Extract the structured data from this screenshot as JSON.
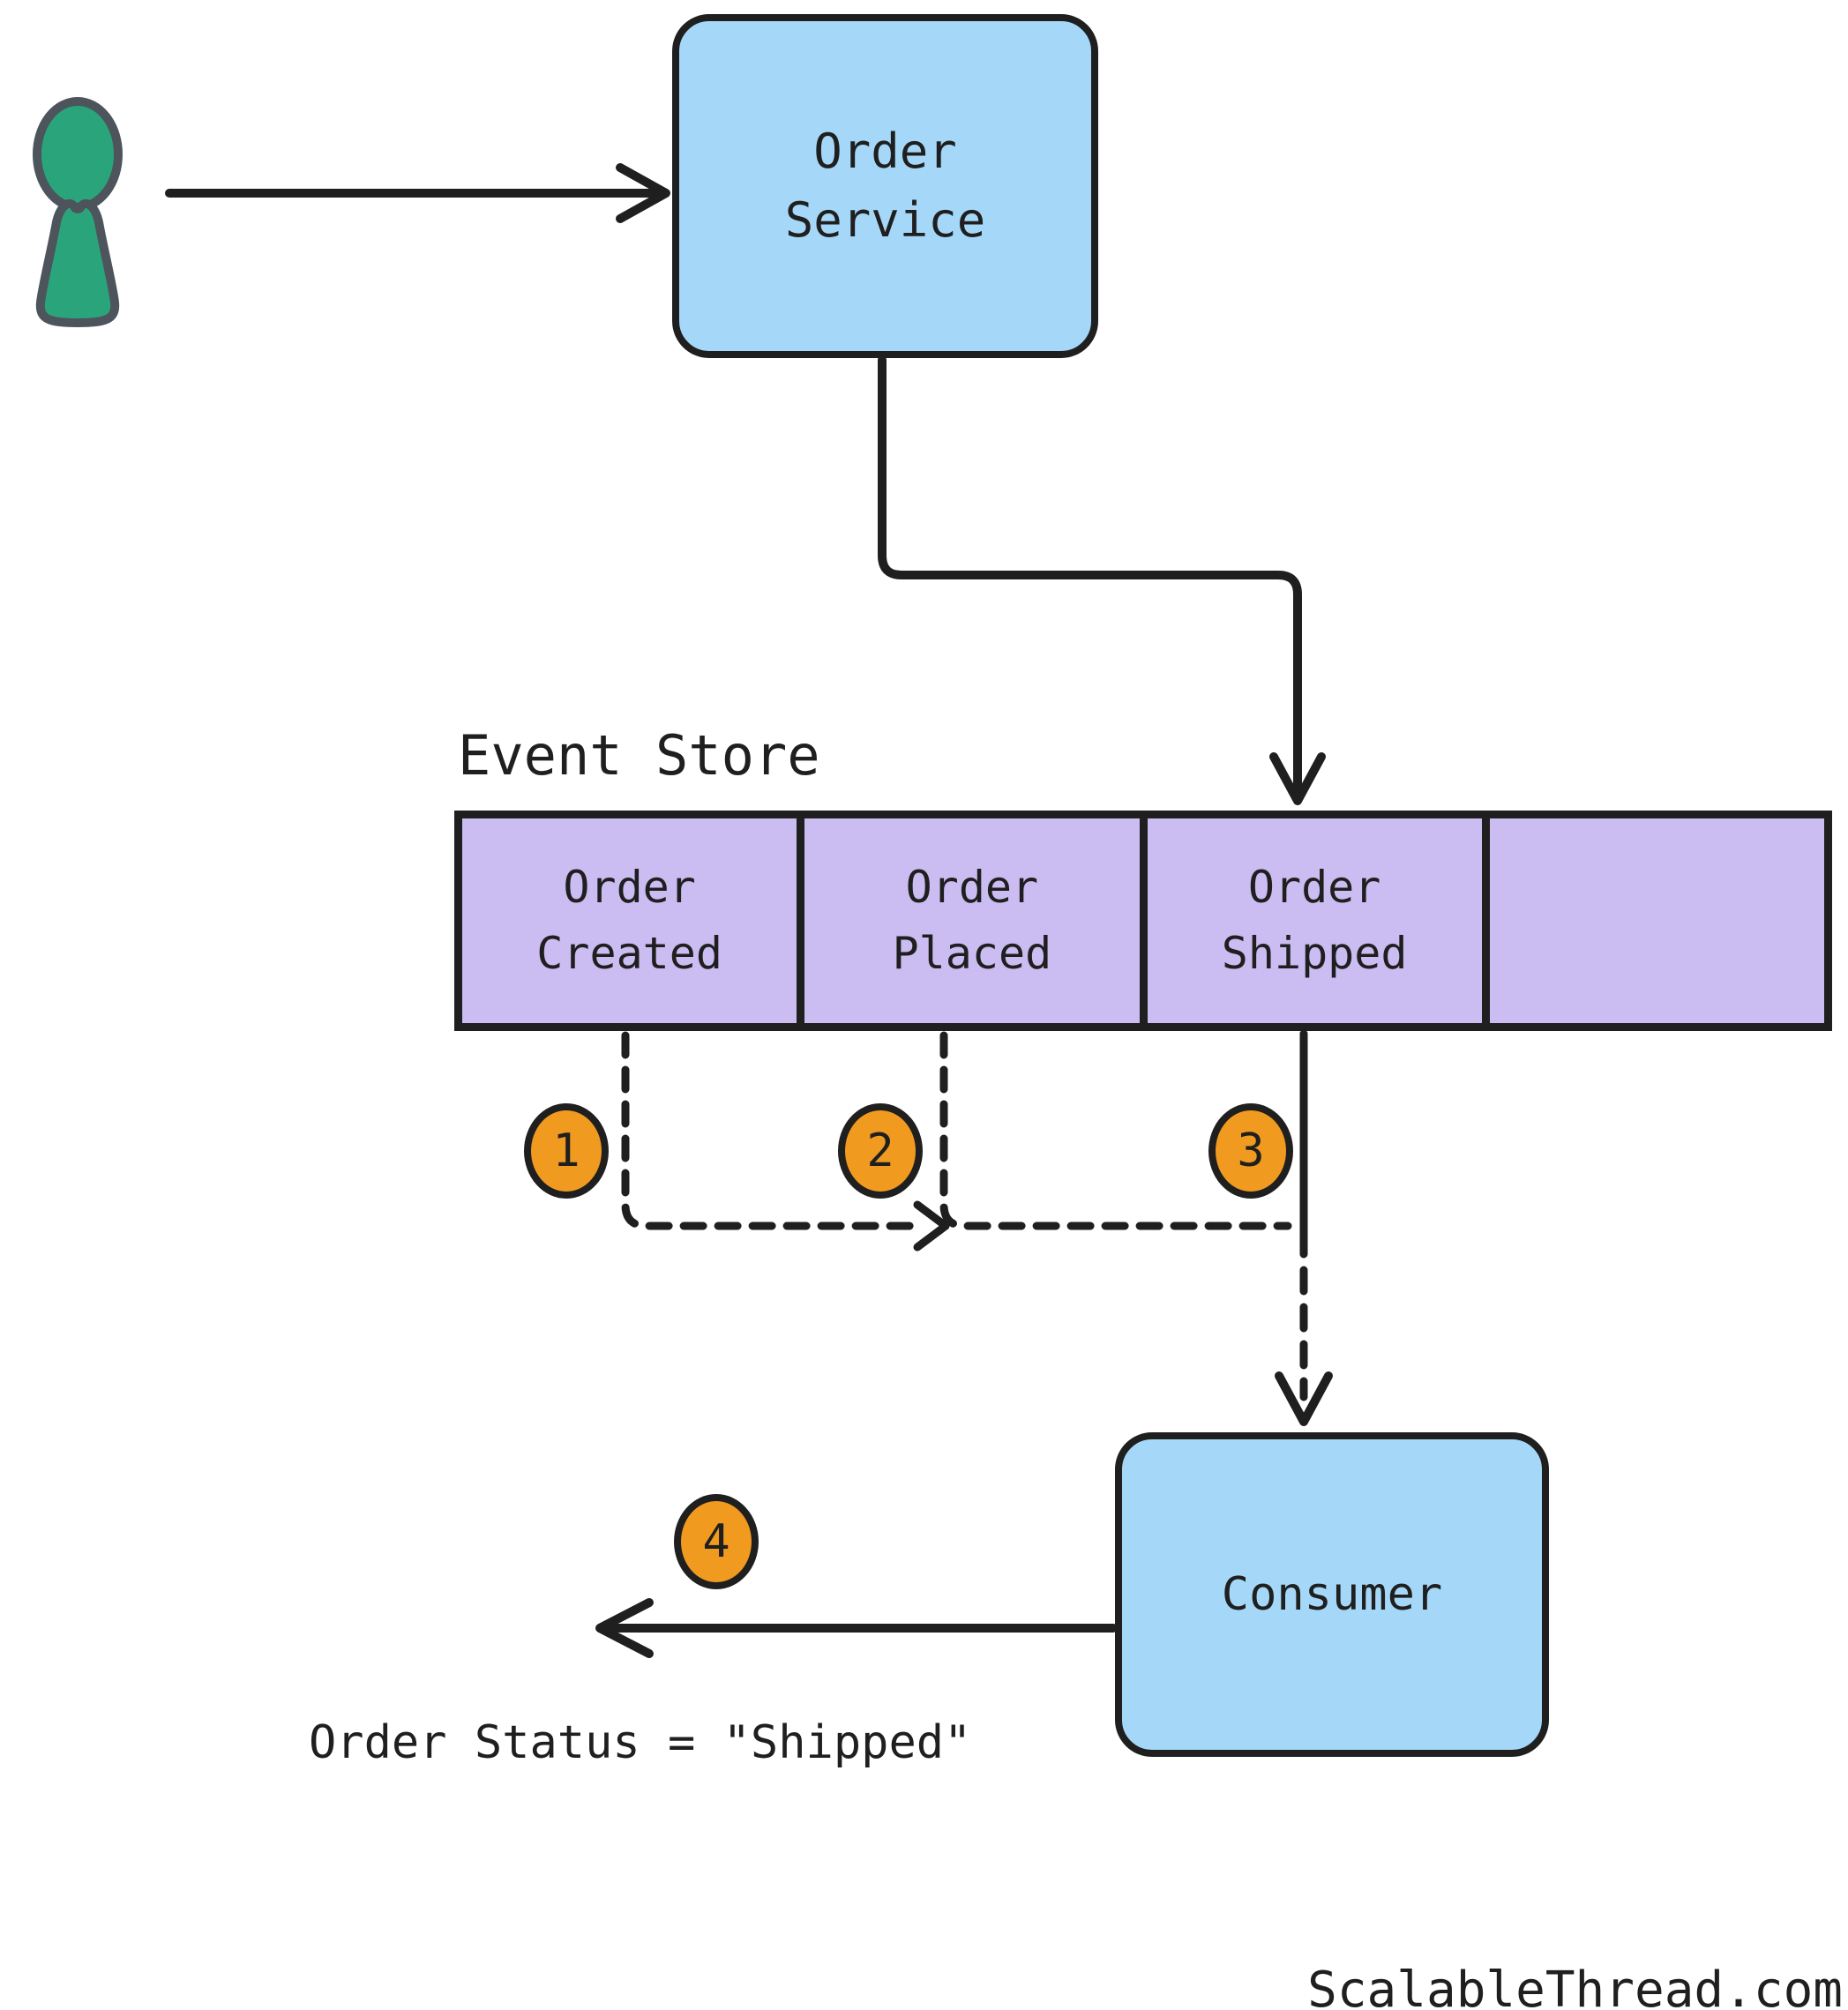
{
  "colors": {
    "ink": "#1f1f1f",
    "box-blue": "#a5d8f8",
    "cell-purple": "#cbbcf2",
    "circle-orange": "#f19a20",
    "person-green": "#2aa57b",
    "person-outline": "#4d545c",
    "background": "#ffffff"
  },
  "user": {
    "icon": "person-icon"
  },
  "order_service": {
    "label": "Order Service"
  },
  "event_store": {
    "title": "Event Store",
    "cells": [
      {
        "label": "Order Created"
      },
      {
        "label": "Order Placed"
      },
      {
        "label": "Order Shipped"
      },
      {
        "label": ""
      }
    ]
  },
  "consumer": {
    "label": "Consumer"
  },
  "steps": [
    {
      "label": "1"
    },
    {
      "label": "2"
    },
    {
      "label": "3"
    },
    {
      "label": "4"
    }
  ],
  "result_text": "Order Status = \"Shipped\"",
  "watermark": "ScalableThread.com"
}
